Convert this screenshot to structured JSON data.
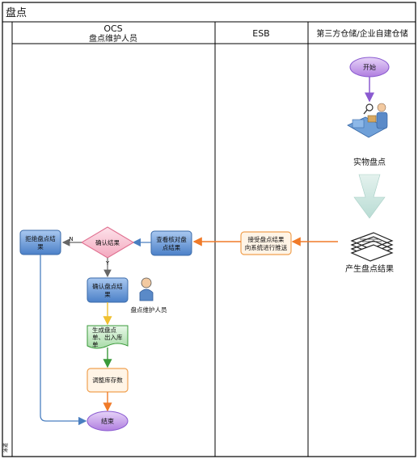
{
  "title": "盘点",
  "side_label": "泳道",
  "lanes": [
    {
      "name_line1": "OCS",
      "name_line2": "盘点维护人员"
    },
    {
      "name_line1": "ESB",
      "name_line2": ""
    },
    {
      "name_line1": "第三方仓储/企业自建仓储",
      "name_line2": ""
    }
  ],
  "nodes": {
    "start": "开始",
    "physical_count": "实物盘点",
    "produce_result": "产生盘点结果",
    "esb_receive_l1": "接受盘点结果",
    "esb_receive_l2": "向系统进行推送",
    "check_l1": "查看核对盘",
    "check_l2": "点结果",
    "decision": "确认结果",
    "reject_l1": "拒绝盘点结",
    "reject_l2": "果",
    "confirm_l1": "确认盘点结",
    "confirm_l2": "果",
    "generate_l1": "生成盘点",
    "generate_l2": "单、出入库",
    "generate_l3": "单",
    "adjust": "调整库存数",
    "end": "结束",
    "person_label": "盘点维护人员"
  },
  "edge_labels": {
    "no": "N",
    "yes": "Y"
  },
  "colors": {
    "border": "#000000",
    "blue_fill": "#5b8fd0",
    "orange_border": "#f0a050",
    "orange_fill": "#fff4e6",
    "decision_fill": "#f8c6d3",
    "decision_stroke": "#e07090",
    "purple_fill": "#c9a6e8",
    "green_doc": "#c6ebc6",
    "arrow_orange": "#f07a28",
    "arrow_blue": "#4a7fc0",
    "arrow_yellow": "#f0c030",
    "arrow_green": "#3a9a3a",
    "arrow_purple": "#8a5ad0"
  }
}
